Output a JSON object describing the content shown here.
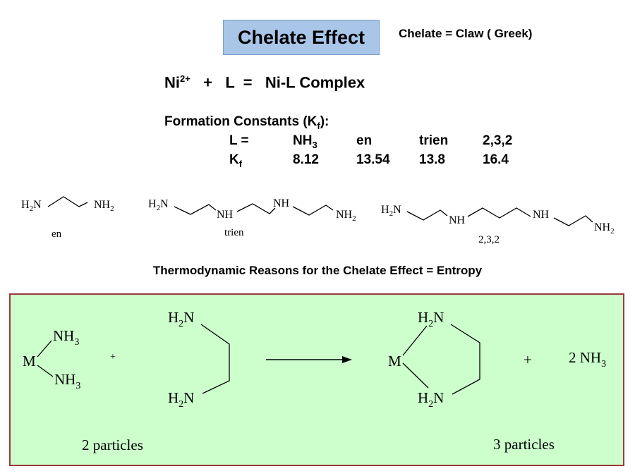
{
  "title": "Chelate Effect",
  "note": "Chelate = Claw ( Greek)",
  "equation": {
    "metal": "Ni",
    "charge": "2+",
    "plus": "+",
    "ligand": "L",
    "equals": "=",
    "product": "Ni-L Complex"
  },
  "formation": {
    "heading_prefix": "Formation Constants (K",
    "heading_sub": "f",
    "heading_suffix": "):",
    "row_l_label": "L  =",
    "ligands": [
      {
        "main": "NH",
        "sub": "3"
      },
      {
        "main": "en",
        "sub": ""
      },
      {
        "main": "trien",
        "sub": ""
      },
      {
        "main": "2,3,2",
        "sub": ""
      }
    ],
    "row_k_label": "K",
    "row_k_sub": "f",
    "values": [
      "8.12",
      "13.54",
      "13.8",
      "16.4"
    ]
  },
  "structures": {
    "en_label": "en",
    "trien_label": "trien",
    "l232_label": "2,3,2",
    "H2N": "H",
    "NH2": "NH",
    "NH": "NH",
    "sub2": "2"
  },
  "section_heading": "Thermodynamic Reasons for the Chelate Effect = Entropy",
  "reaction": {
    "M": "M",
    "NH": "NH",
    "sub3": "3",
    "H": "H",
    "N": "N",
    "sub2": "2",
    "plus": "+",
    "free_ammonia_coef": "2 NH",
    "left_particles": "2 particles",
    "right_particles": "3 particles"
  }
}
